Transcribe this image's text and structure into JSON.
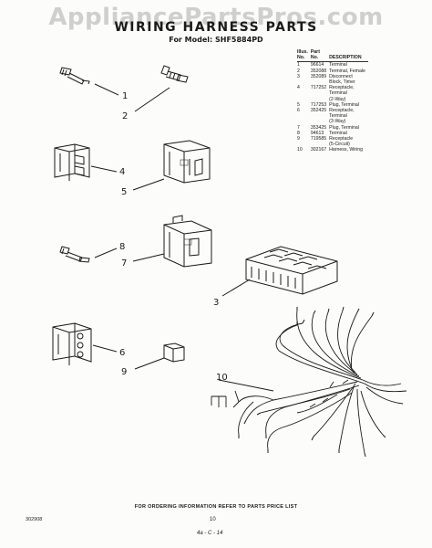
{
  "watermark": "AppliancePartsPros.com",
  "title": "WIRING HARNESS PARTS",
  "subtitle": "For Model: SHF5884PD",
  "table": {
    "headers": {
      "illus": [
        "Illus.",
        "No."
      ],
      "part": [
        "Part",
        "No."
      ],
      "desc": "DESCRIPTION"
    },
    "rows": [
      {
        "illus": "1",
        "part": "96614",
        "desc": [
          "Terminal"
        ]
      },
      {
        "illus": "2",
        "part": "352088",
        "desc": [
          "Terminal, Female"
        ]
      },
      {
        "illus": "3",
        "part": "352089",
        "desc": [
          "Disconnect",
          "Block, Timer"
        ]
      },
      {
        "illus": "4",
        "part": "717252",
        "desc": [
          "Receptacle,",
          "Terminal",
          "(2-Way)"
        ]
      },
      {
        "illus": "5",
        "part": "717253",
        "desc": [
          "Plug, Terminal"
        ]
      },
      {
        "illus": "6",
        "part": "352425",
        "desc": [
          "Receptacle,",
          "Terminal",
          "(3-Way)"
        ]
      },
      {
        "illus": "7",
        "part": "353425",
        "desc": [
          "Plug, Terminal"
        ]
      },
      {
        "illus": "8",
        "part": "94613",
        "desc": [
          "Terminal"
        ]
      },
      {
        "illus": "9",
        "part": "719585",
        "desc": [
          "Receptacle",
          "(5-Circuit)"
        ]
      },
      {
        "illus": "10",
        "part": "302167",
        "desc": [
          "Harness, Wiring"
        ]
      }
    ]
  },
  "callouts": [
    "1",
    "2",
    "3",
    "4",
    "5",
    "6",
    "7",
    "8",
    "9",
    "10"
  ],
  "footer": {
    "note": "FOR ORDERING INFORMATION REFER TO PARTS PRICE LIST",
    "code": "302908",
    "page": "10",
    "handwritten": "4a - C - 14"
  }
}
